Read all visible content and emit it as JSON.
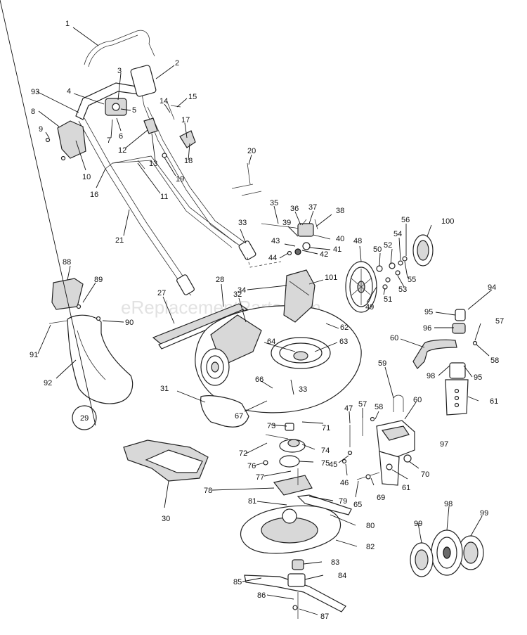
{
  "watermark": "eReplacementParts.com",
  "callouts": {
    "c1": "1",
    "c2": "2",
    "c3": "3",
    "c4": "4",
    "c5": "5",
    "c6": "6",
    "c7": "7",
    "c8": "8",
    "c9": "9",
    "c10": "10",
    "c11": "11",
    "c12": "12",
    "c13": "13",
    "c14": "14",
    "c15": "15",
    "c16": "16",
    "c17": "17",
    "c18": "18",
    "c19": "19",
    "c20": "20",
    "c21": "21",
    "c27": "27",
    "c28": "28",
    "c29": "29",
    "c30": "30",
    "c31": "31",
    "c32": "32",
    "c33a": "33",
    "c33b": "33",
    "c34": "34",
    "c35": "35",
    "c36": "36",
    "c37": "37",
    "c38": "38",
    "c39": "39",
    "c40": "40",
    "c41": "41",
    "c42": "42",
    "c43": "43",
    "c44": "44",
    "c45": "45",
    "c46": "46",
    "c47": "47",
    "c48": "48",
    "c49": "49",
    "c50": "50",
    "c51": "51",
    "c52": "52",
    "c53": "53",
    "c54": "54",
    "c55": "55",
    "c56": "56",
    "c57a": "57",
    "c57b": "57",
    "c58a": "58",
    "c58b": "58",
    "c59": "59",
    "c60a": "60",
    "c60b": "60",
    "c61a": "61",
    "c61b": "61",
    "c62": "62",
    "c63": "63",
    "c64": "64",
    "c65": "65",
    "c66": "66",
    "c67": "67",
    "c69": "69",
    "c70": "70",
    "c71": "71",
    "c72": "72",
    "c73": "73",
    "c74": "74",
    "c75": "75",
    "c76": "76",
    "c77": "77",
    "c78": "78",
    "c79": "79",
    "c80": "80",
    "c81": "81",
    "c82": "82",
    "c83": "83",
    "c84": "84",
    "c85": "85",
    "c86": "86",
    "c87": "87",
    "c88": "88",
    "c89": "89",
    "c90": "90",
    "c91": "91",
    "c92": "92",
    "c93": "93",
    "c94": "94",
    "c95a": "95",
    "c95b": "95",
    "c96": "96",
    "c97": "97",
    "c98a": "98",
    "c98b": "98",
    "c99a": "99",
    "c99b": "99",
    "c100": "100",
    "c101": "101"
  }
}
